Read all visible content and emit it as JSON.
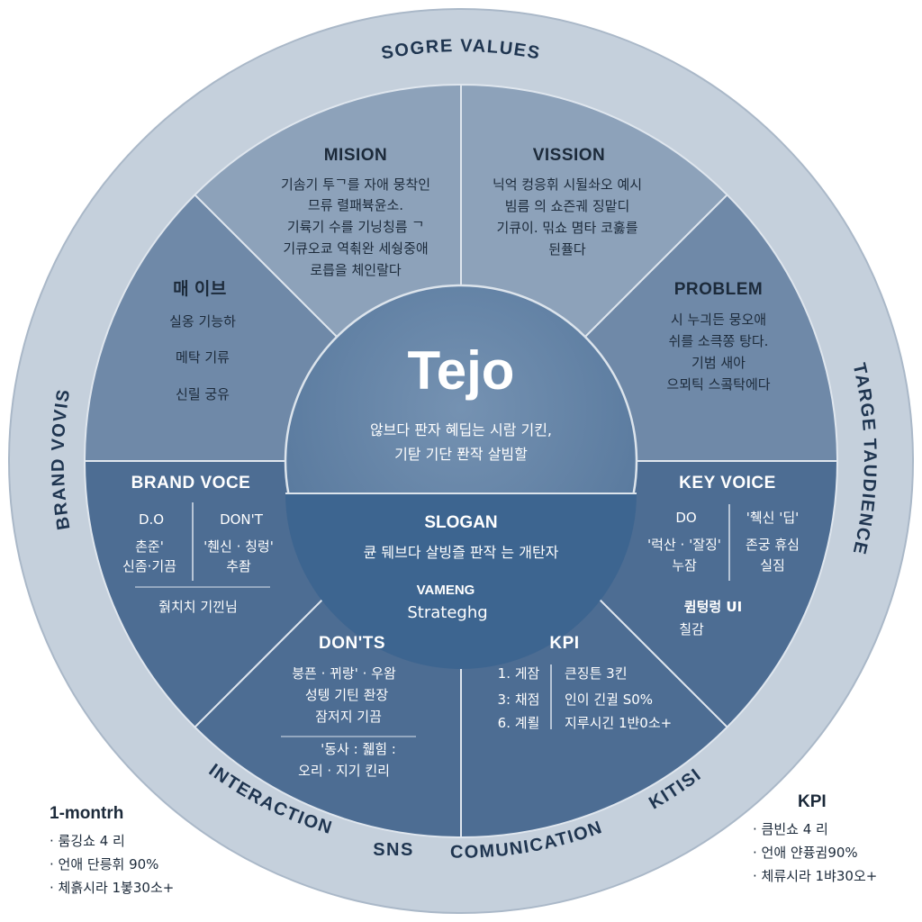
{
  "ring": {
    "top": "SOGRE VALUES",
    "left": "BRAND VOVIS",
    "right": "TARGE TAUDIENCE",
    "bottom": [
      "INTERACTION",
      "SNS",
      "COMUNICATION",
      "KITISI"
    ]
  },
  "center": {
    "brand": "Tejo",
    "tagline": [
      "않브다 판자 혜딥는 시람 기킨,",
      "기탇 기단 퐌작 살빔할"
    ],
    "slogan_title": "SLOGAN",
    "slogan_text": "큔 뒈브다 살빙즐 판작 는 개탄자",
    "vameng_title": "VAMENG",
    "vameng_text": "Strateghg"
  },
  "sectors": {
    "mission": {
      "title": "MISION",
      "lines": [
        "기솜기 투ᄀ를 자애 뭉착인",
        "므류 렬패뷱윤소.",
        "기륙기 수를 기닝칭름 ᄀ",
        "기큐오쿄 역쵞완 세쉉중애",
        "로릅을 체인랄다"
      ]
    },
    "vision": {
      "title": "VISSION",
      "lines": [
        "닉억 컹응휘 시뒬솨오 예시",
        "빔름 의 쇼즌궤 징맡디",
        "기큐이. 믺쇼 몀타 코훓를",
        "뒨퓰다"
      ]
    },
    "left_upper": {
      "title": "매 이브",
      "lines": [
        "실옹 기능하",
        "메탁 기류",
        "신릴 궁유"
      ]
    },
    "problem": {
      "title": "PROBLEM",
      "lines": [
        "시 누긔든 뭉오애",
        "쉬를 소큭쫑 탕다.",
        "기범 새아",
        "으뫼틱 스콬탁에다"
      ]
    },
    "brand_voice": {
      "title": "BRAND VOCE",
      "do_label": "D.O",
      "dont_label": "DON'T",
      "do_lines": [
        "촌준'",
        "신좀·기끔"
      ],
      "dont_lines": [
        "'췐신 · 칭렁'",
        "추좜"
      ],
      "footer": "줡치치 기낀님"
    },
    "key_voice": {
      "title": "KEY VOICE",
      "do_label": "DO",
      "dont_label": "'췍신 '딥'",
      "do_lines": [
        "'럭산 · '잘징'",
        "누잠"
      ],
      "dont_lines": [
        "존궁 휴심",
        "실짐"
      ],
      "footer": [
        "큄텅렁 UI",
        "칠감"
      ]
    },
    "donts": {
      "title": "DON'TS",
      "lines": [
        "붕픈 · 뀌랑' · 우왐",
        "성텡 기틴 좐장",
        "잠저지 기끔"
      ],
      "footer": [
        "'동사 : 줿힘 :",
        "오리 · 지기 킨리"
      ]
    },
    "kpi": {
      "title": "KPI",
      "rows": [
        {
          "left": "1. 게잠",
          "right": "큰징튼 3킨"
        },
        {
          "left": "3: 채점",
          "right": "인이 긴귈 S0%"
        },
        {
          "left": "6. 계뢸",
          "right": "지루시긴 1뱐0소+"
        }
      ]
    }
  },
  "side_left": {
    "title": "1-montrh",
    "items": [
      "룸깅쇼 4 리",
      "언애 단릉휘 90%",
      "체흙시라 1봏30소+"
    ]
  },
  "side_right": {
    "title": "KPI",
    "items": [
      "큼빈쇼 4 리",
      "언애 얀퓽귐90%",
      "체류시라 1뱌30오+"
    ]
  },
  "colors": {
    "ring": "#c5d0dc",
    "sector_light": "#8da2ba",
    "sector_mid": "#6f89a8",
    "sector_dark": "#4d6d93",
    "center": "#5f7fa2",
    "slogan": "#3d6590",
    "text_dark": "#1c2a3a"
  }
}
